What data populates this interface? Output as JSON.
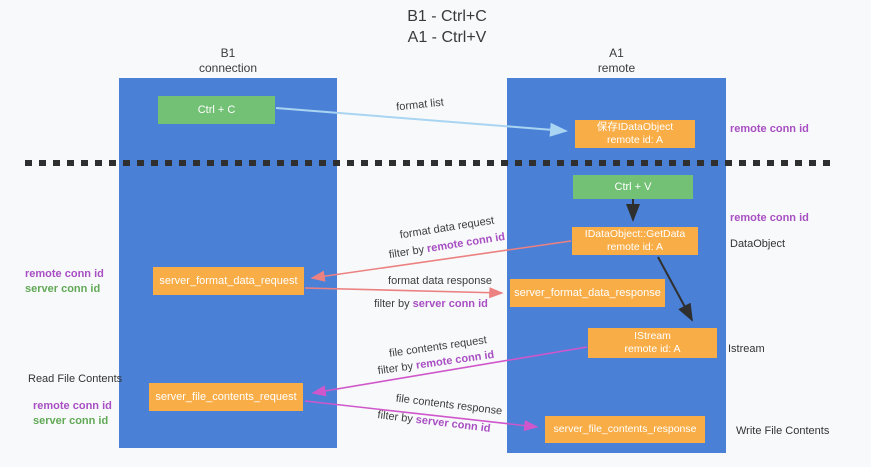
{
  "colors": {
    "background": "#f8f9fa",
    "column_blue": "#4b80d7",
    "box_orange": "#f8ad47",
    "box_green": "#72c175",
    "label_purple": "#a84fc3",
    "label_green": "#61a956",
    "arrow_salmon": "#ec8181",
    "arrow_magenta": "#cf57cb",
    "arrow_lightblue": "#a9d5f2",
    "arrow_black": "#2f2f2f"
  },
  "title": {
    "line1": "B1 - Ctrl+C",
    "line2": "A1 - Ctrl+V"
  },
  "lanes": {
    "left": {
      "title": "B1",
      "subtitle": "connection"
    },
    "right": {
      "title": "A1",
      "subtitle": "remote"
    }
  },
  "boxes": {
    "ctrl_c": {
      "label": "Ctrl + C"
    },
    "ctrl_v": {
      "label": "Ctrl + V"
    },
    "save_idataobject": {
      "line1": "保存IDataObject",
      "line2": "remote id: A"
    },
    "getdata": {
      "line1": "IDataObject::GetData",
      "line2": "remote id: A"
    },
    "istream": {
      "line1": "IStream",
      "line2": "remote id: A"
    },
    "server_format_data_request": {
      "label": "server_format_data_request"
    },
    "server_format_data_response": {
      "label": "server_format_data_response"
    },
    "server_file_contents_request": {
      "label": "server_file_contents_request"
    },
    "server_file_contents_response": {
      "label": "server_file_contents_response"
    }
  },
  "flow_labels": {
    "format_list": "format list",
    "format_data_request": "format data request",
    "format_data_response": "format data response",
    "file_contents_request": "file contents request",
    "file_contents_response": "file contents response",
    "filter_by": "filter by",
    "remote_conn_id": "remote conn id",
    "server_conn_id": "server conn id"
  },
  "side_labels": {
    "remote_conn_id_right_top": "remote conn id",
    "remote_conn_id_right_mid": "remote conn id",
    "dataobject": "DataObject",
    "istream": "Istream",
    "write_file_contents": "Write File Contents",
    "remote_conn_id_left_top": "remote conn id",
    "server_conn_id_left_top": "server conn id",
    "read_file_contents": "Read File Contents",
    "remote_conn_id_left_bottom": "remote conn id",
    "server_conn_id_left_bottom": "server conn id"
  }
}
